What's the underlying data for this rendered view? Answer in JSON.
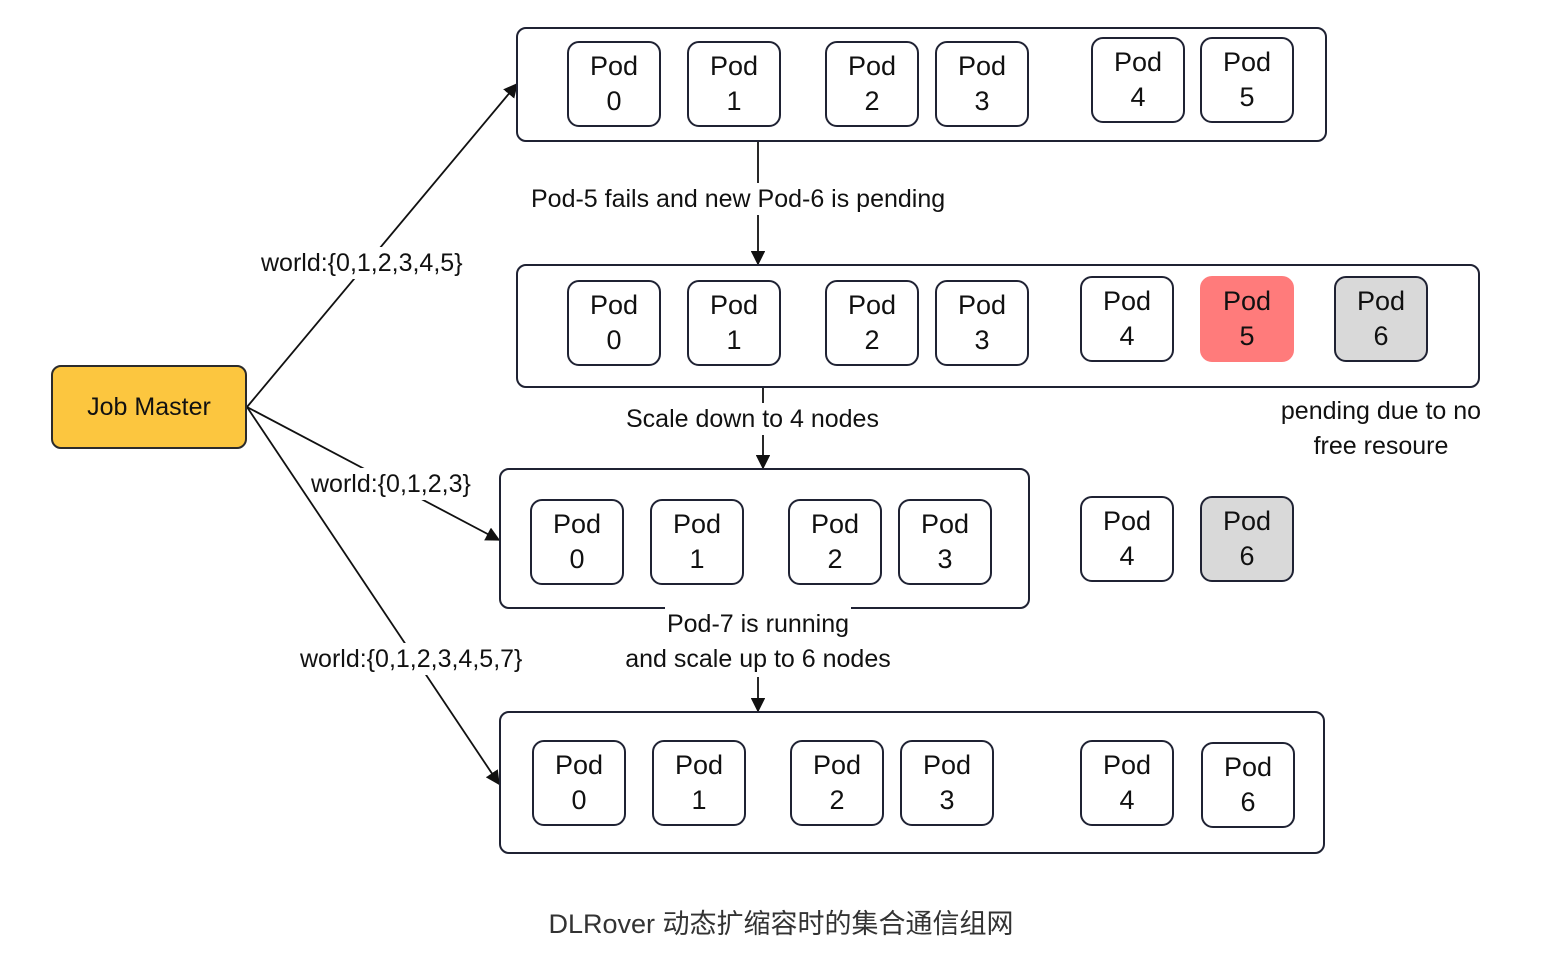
{
  "job_master": {
    "label": "Job Master",
    "color": "#fcc63f"
  },
  "pod_word": "Pod",
  "rows": [
    {
      "pods": [
        {
          "id": "0"
        },
        {
          "id": "1"
        },
        {
          "id": "2"
        },
        {
          "id": "3"
        },
        {
          "id": "4"
        },
        {
          "id": "5"
        }
      ]
    },
    {
      "pods": [
        {
          "id": "0"
        },
        {
          "id": "1"
        },
        {
          "id": "2"
        },
        {
          "id": "3"
        },
        {
          "id": "4"
        },
        {
          "id": "5",
          "state": "failed"
        },
        {
          "id": "6",
          "state": "pending"
        }
      ]
    },
    {
      "pods": [
        {
          "id": "0"
        },
        {
          "id": "1"
        },
        {
          "id": "2"
        },
        {
          "id": "3"
        }
      ],
      "outside_pods": [
        {
          "id": "4"
        },
        {
          "id": "6",
          "state": "pending"
        }
      ]
    },
    {
      "pods": [
        {
          "id": "0"
        },
        {
          "id": "1"
        },
        {
          "id": "2"
        },
        {
          "id": "3"
        },
        {
          "id": "4"
        },
        {
          "id": "6"
        }
      ]
    }
  ],
  "transitions": {
    "t1": "Pod-5 fails and new Pod-6 is pending",
    "t2": "Scale down to 4 nodes",
    "t3_line1": "Pod-7 is running",
    "t3_line2": "and scale up to 6 nodes"
  },
  "pending_note": {
    "line1": "pending due to no",
    "line2": "free resoure"
  },
  "world_labels": {
    "w1": "world:{0,1,2,3,4,5}",
    "w2": "world:{0,1,2,3}",
    "w3": "world:{0,1,2,3,4,5,7}"
  },
  "caption": "DLRover 动态扩缩容时的集合通信组网",
  "colors": {
    "failed": "#ff7b7b",
    "pending": "#d9d9d9",
    "stroke": "#1f2233"
  }
}
